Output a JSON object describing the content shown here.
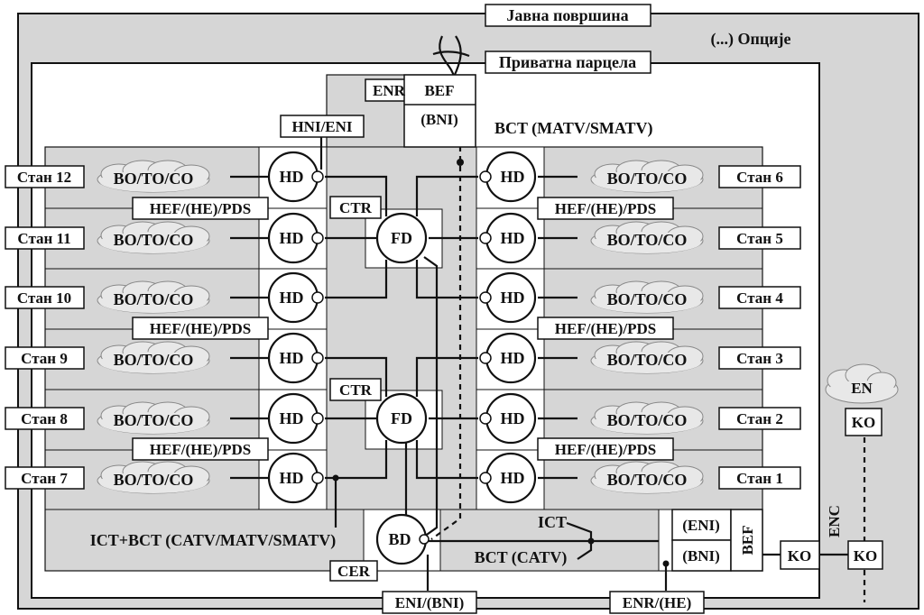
{
  "labels": {
    "public_area": "Јавна површина",
    "options": "(...) Опције",
    "private_plot": "Приватна парцела",
    "enr": "ENR",
    "bef_top": "BEF",
    "bni_top": "(BNI)",
    "hni_eni": "HNI/ENI",
    "bct_matv": "BCT (MATV/SMATV)",
    "ctr": "CTR",
    "fd": "FD",
    "hd": "HD",
    "bd": "BD",
    "hef": "HEF/(HE)/PDS",
    "boto": "BO/TO/CO",
    "ict_bct": "ICT+BCT (CATV/MATV/SMATV)",
    "ict": "ICT",
    "bct_catv": "BCT (CATV)",
    "eni_paren": "(ENI)",
    "bni_paren": "(BNI)",
    "bef_side": "BEF",
    "cer": "CER",
    "eni_bni": "ENI/(BNI)",
    "enr_he": "ENR/(HE)",
    "ko": "KO",
    "enc": "ENC",
    "en": "EN"
  },
  "apartments_left": [
    "Стан 12",
    "Стан 11",
    "Стан 10",
    "Стан 9",
    "Стан 8",
    "Стан 7"
  ],
  "apartments_right": [
    "Стан 6",
    "Стан 5",
    "Стан 4",
    "Стан 3",
    "Стан 2",
    "Стан 1"
  ],
  "colors": {
    "panel_gray": "#d6d6d6",
    "line": "#111111",
    "background": "#ffffff"
  }
}
